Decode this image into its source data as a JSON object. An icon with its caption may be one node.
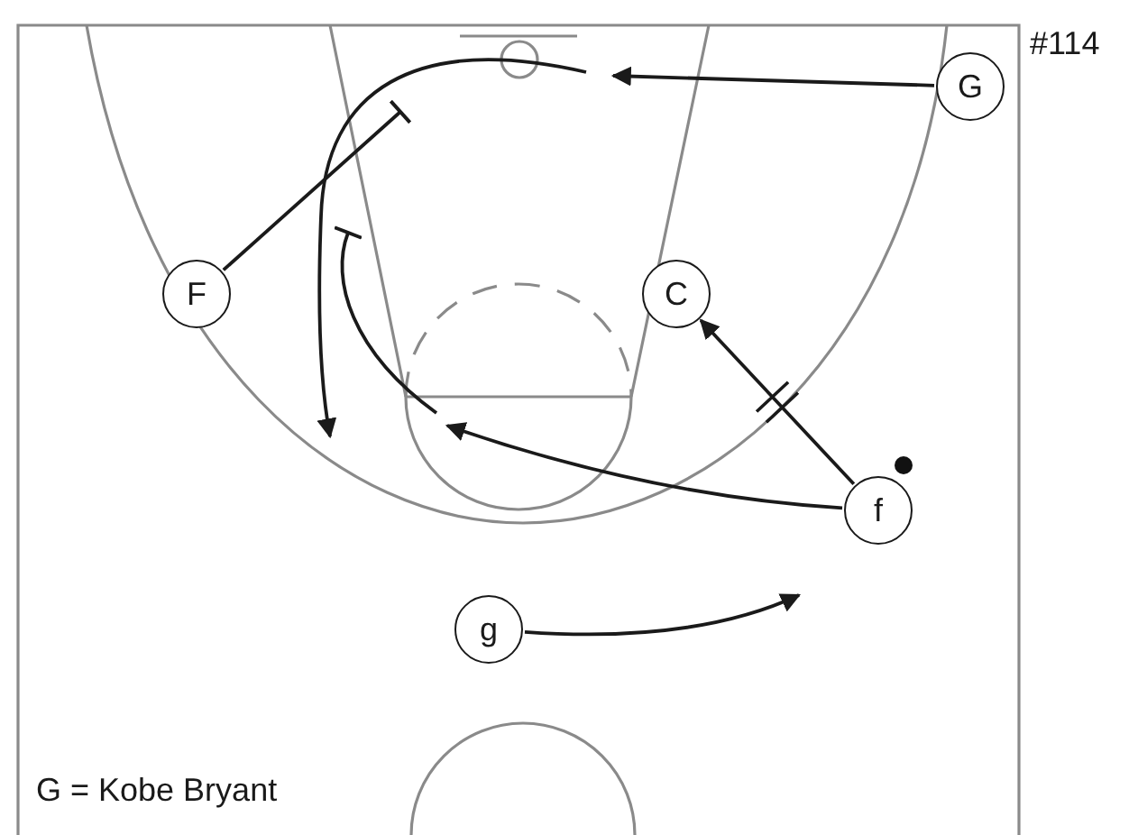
{
  "diagram": {
    "nodes": [
      {
        "text": [
          "G"
        ]
      },
      {
        "text": [
          "F"
        ]
      },
      {
        "text": [
          "C"
        ]
      },
      {
        "text": [
          "f"
        ]
      },
      {
        "text": [
          "g"
        ]
      }
    ],
    "edges": [
      {
        "from": 0,
        "to": null,
        "arrow": "to"
      },
      {
        "from": 1,
        "to": null,
        "arrow": "other"
      },
      {
        "from": 3,
        "to": null,
        "arrow": "to"
      },
      {
        "from": 3,
        "to": 2,
        "arrow": "to"
      },
      {
        "from": 4,
        "to": null,
        "arrow": "to"
      }
    ],
    "labels": [
      "#114",
      "G = Kobe Bryant"
    ]
  }
}
